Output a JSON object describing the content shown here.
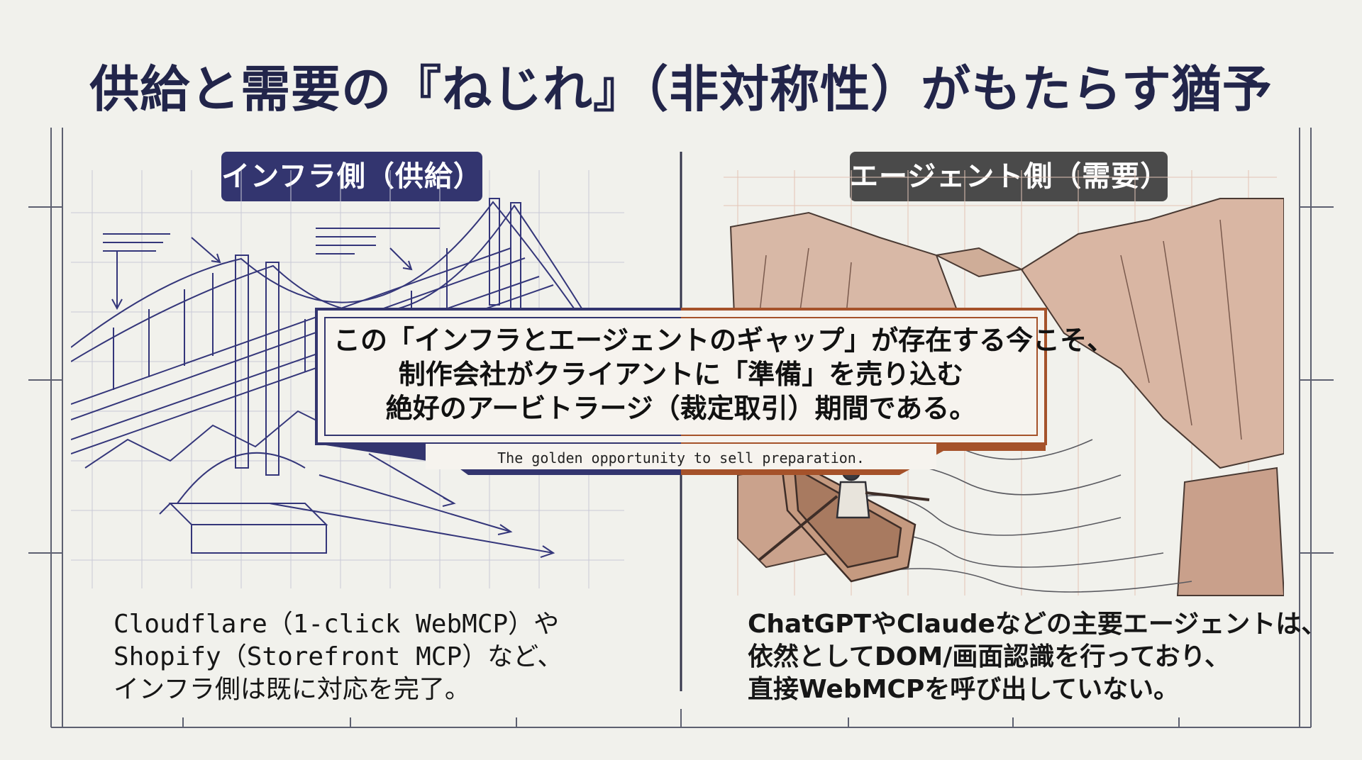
{
  "title": "供給と需要の『ねじれ』（非対称性）がもたらす猶予",
  "left_panel": {
    "label": "インフラ側（供給）",
    "caption_lines": [
      "Cloudflare（1-click WebMCP）や",
      "Shopify（Storefront MCP）など、",
      "インフラ側は既に対応を完了。"
    ],
    "accent_color": "#33356f",
    "illustration": "suspension-bridge-blueprint"
  },
  "right_panel": {
    "label": "エージェント側（需要）",
    "caption_lines": [
      "ChatGPTやClaudeなどの主要エージェントは、",
      "依然としてDOM/画面認識を行っており、",
      "直接WebMCPを呼び出していない。"
    ],
    "accent_color": "#4a4a4a",
    "illustration": "rowboat-in-canyon-rapids"
  },
  "callout": {
    "lines": [
      "この「インフラとエージェントのギャップ」が存在する今こそ、",
      "制作会社がクライアントに「準備」を売り込む",
      "絶好のアービトラージ（裁定取引）期間である。"
    ],
    "subtitle": "The golden opportunity to sell preparation.",
    "left_color": "#33356f",
    "right_color": "#a5522a"
  }
}
